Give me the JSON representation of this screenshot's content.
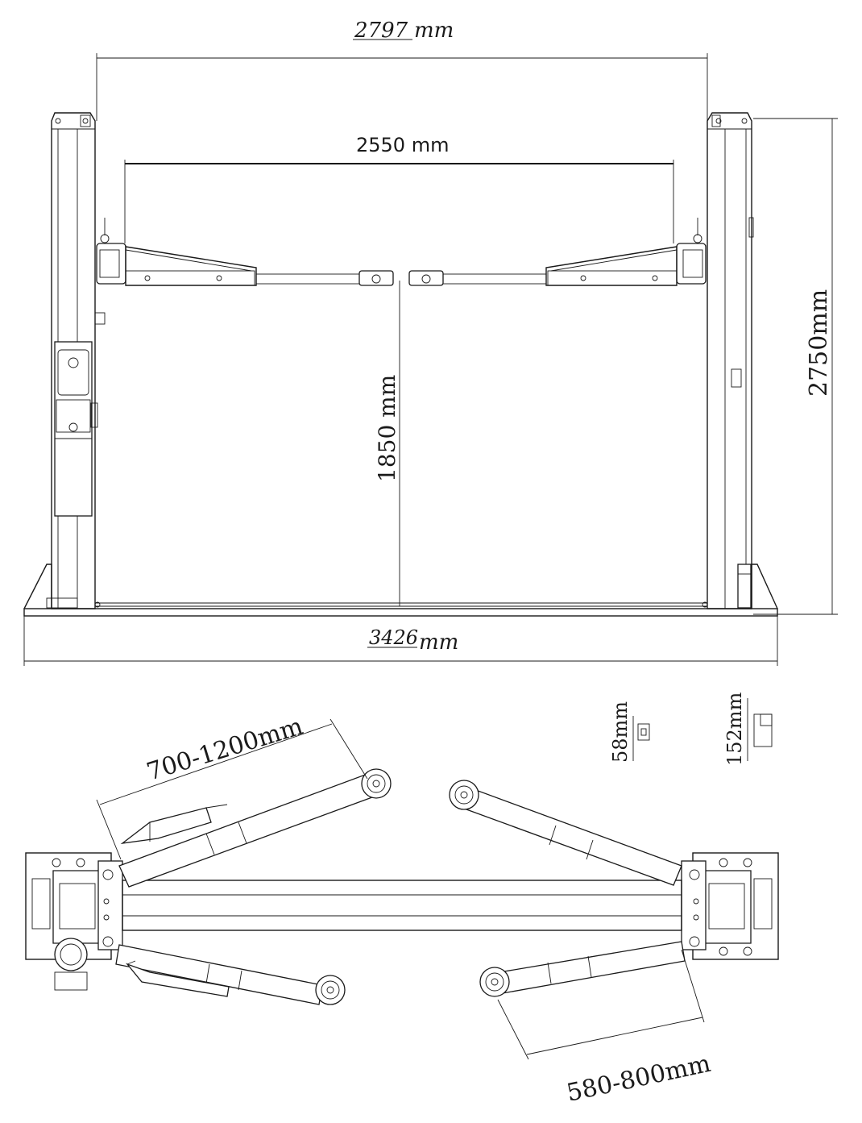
{
  "dimensions": {
    "overall_width_value": "2797",
    "overall_width_unit": "mm",
    "inner_width": "2550 mm",
    "overall_height": "2750mm",
    "lift_height": "1850 mm",
    "base_width_value": "3426",
    "base_width_unit": "mm",
    "arm_long_range": "700-1200mm",
    "arm_short_range": "580-800mm",
    "pad_low": "58mm",
    "pad_high": "152mm"
  }
}
